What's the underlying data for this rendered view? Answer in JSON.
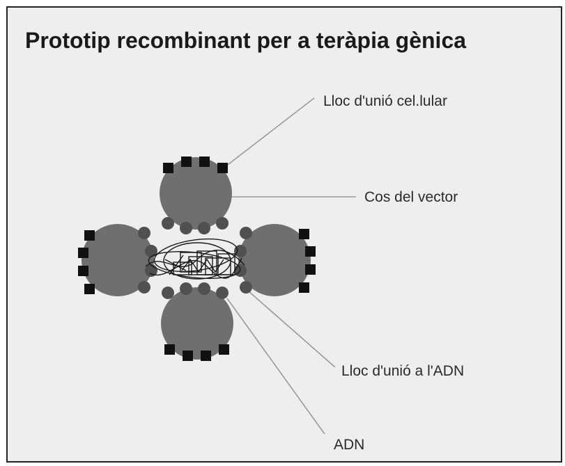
{
  "title": "Prototip recombinant per a teràpia gènica",
  "labels": {
    "cell_binding_site": "Lloc d'unió cel.lular",
    "vector_body": "Cos del vector",
    "dna_binding_site": "Lloc d'unió a l'ADN",
    "dna": "ADN"
  },
  "colors": {
    "background": "#eeeeee",
    "vector_body": "#6f6f6f",
    "dna_binding_site": "#505050",
    "cell_binding_site": "#111111",
    "leader_line": "#9a9a9a"
  }
}
